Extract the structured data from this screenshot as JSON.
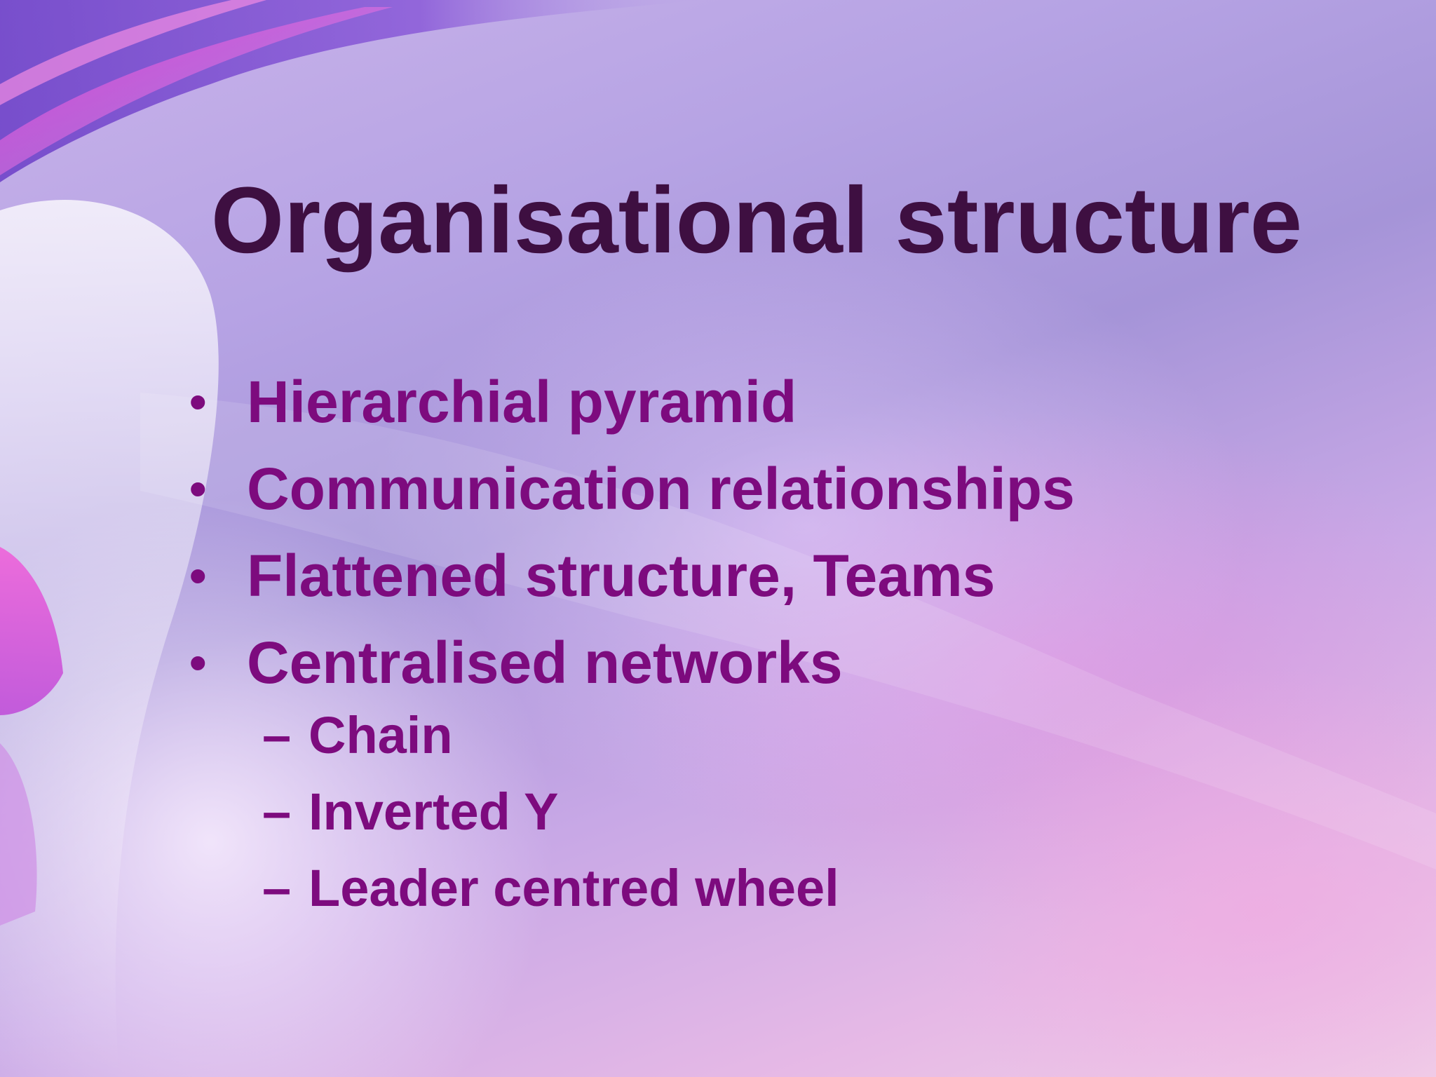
{
  "slide": {
    "title": "Organisational structure",
    "bullets": [
      {
        "marker": "•",
        "text": "Hierarchial pyramid"
      },
      {
        "marker": "•",
        "text": "Communication relationships"
      },
      {
        "marker": "•",
        "text": "Flattened structure, Teams"
      },
      {
        "marker": "•",
        "text": "Centralised networks"
      }
    ],
    "sub_bullets": [
      {
        "marker": "–",
        "text": "Chain"
      },
      {
        "marker": "–",
        "text": "Inverted Y"
      },
      {
        "marker": "–",
        "text": "Leader centred wheel"
      }
    ]
  },
  "colors": {
    "title": "#3e0f41",
    "body_text": "#7d0b7e",
    "background_top": "#b6a3e4",
    "background_bottom": "#f0cfe8",
    "swoosh_pink": "#e23bd6",
    "swoosh_purple": "#6a3dc7"
  }
}
